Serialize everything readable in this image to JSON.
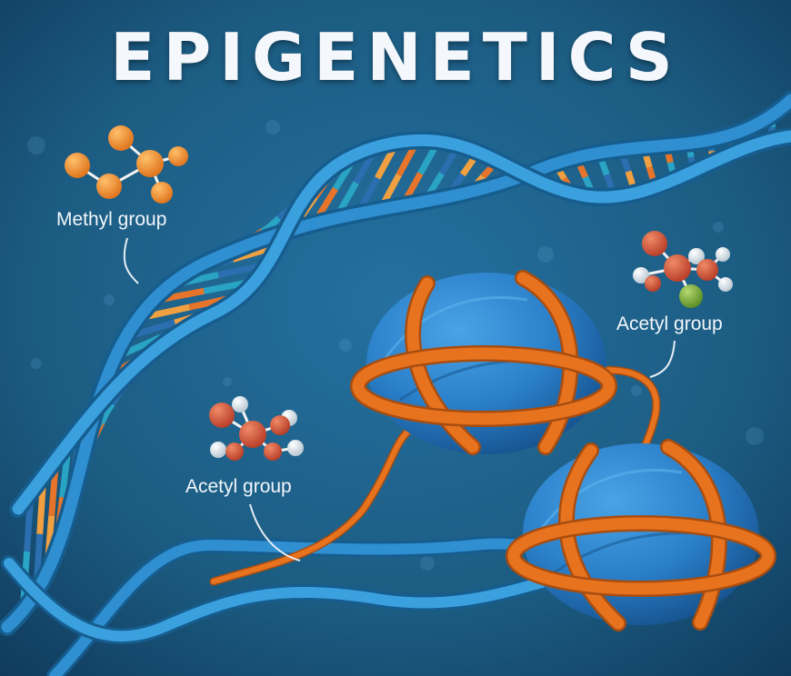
{
  "title": "EPIGENETICS",
  "labels": {
    "methyl": "Methyl group",
    "acetyl_right": "Acetyl group",
    "acetyl_left": "Acetyl group"
  },
  "colors": {
    "background": "#1c5c82",
    "dna_strand": "#2f8fd0",
    "histone": "#2a7fc9",
    "wrap": "#e8731f",
    "base_orange": "#e6742a",
    "base_teal": "#2aa4c4",
    "atom_orange": "#f0902e",
    "atom_red": "#d65a35",
    "atom_white": "#e9eef1",
    "atom_green": "#7fb03a"
  },
  "icons": [
    "dna-double-helix",
    "histone-nucleosome",
    "methyl-molecule",
    "acetyl-molecule"
  ]
}
